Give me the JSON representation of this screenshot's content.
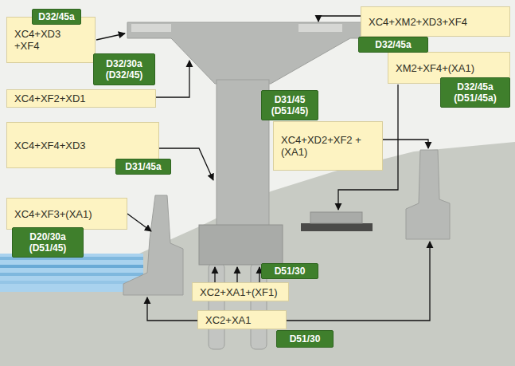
{
  "diagram": {
    "nodes": [
      {
        "text": [
          "D32/45a"
        ]
      },
      {
        "text": [
          "XC4+XD3 +XF4"
        ]
      },
      {
        "text": [
          "D32/30a (D32/45)"
        ]
      },
      {
        "text": [
          "XC4+XF2+XD1"
        ]
      },
      {
        "text": [
          "XC4+XF4+XD3"
        ]
      },
      {
        "text": [
          "D31/45a"
        ]
      },
      {
        "text": [
          "XC4+XF3+(XA1)"
        ]
      },
      {
        "text": [
          "D20/30a (D51/45)"
        ]
      },
      {
        "text": [
          "XC4+XM2+XD3+XF4"
        ]
      },
      {
        "text": [
          "D32/45a"
        ]
      },
      {
        "text": [
          "XM2+XF4+(XA1)"
        ]
      },
      {
        "text": [
          "D32/45a (D51/45a)"
        ]
      },
      {
        "text": [
          "D31/45 (D51/45)"
        ]
      },
      {
        "text": [
          "XC4+XD2+XF2 +(XA1)"
        ]
      },
      {
        "text": [
          "D51/30"
        ]
      },
      {
        "text": [
          "XC2+XA1+(XF1)"
        ]
      },
      {
        "text": [
          "XC2+XA1"
        ]
      },
      {
        "text": [
          "D51/30"
        ]
      }
    ]
  }
}
